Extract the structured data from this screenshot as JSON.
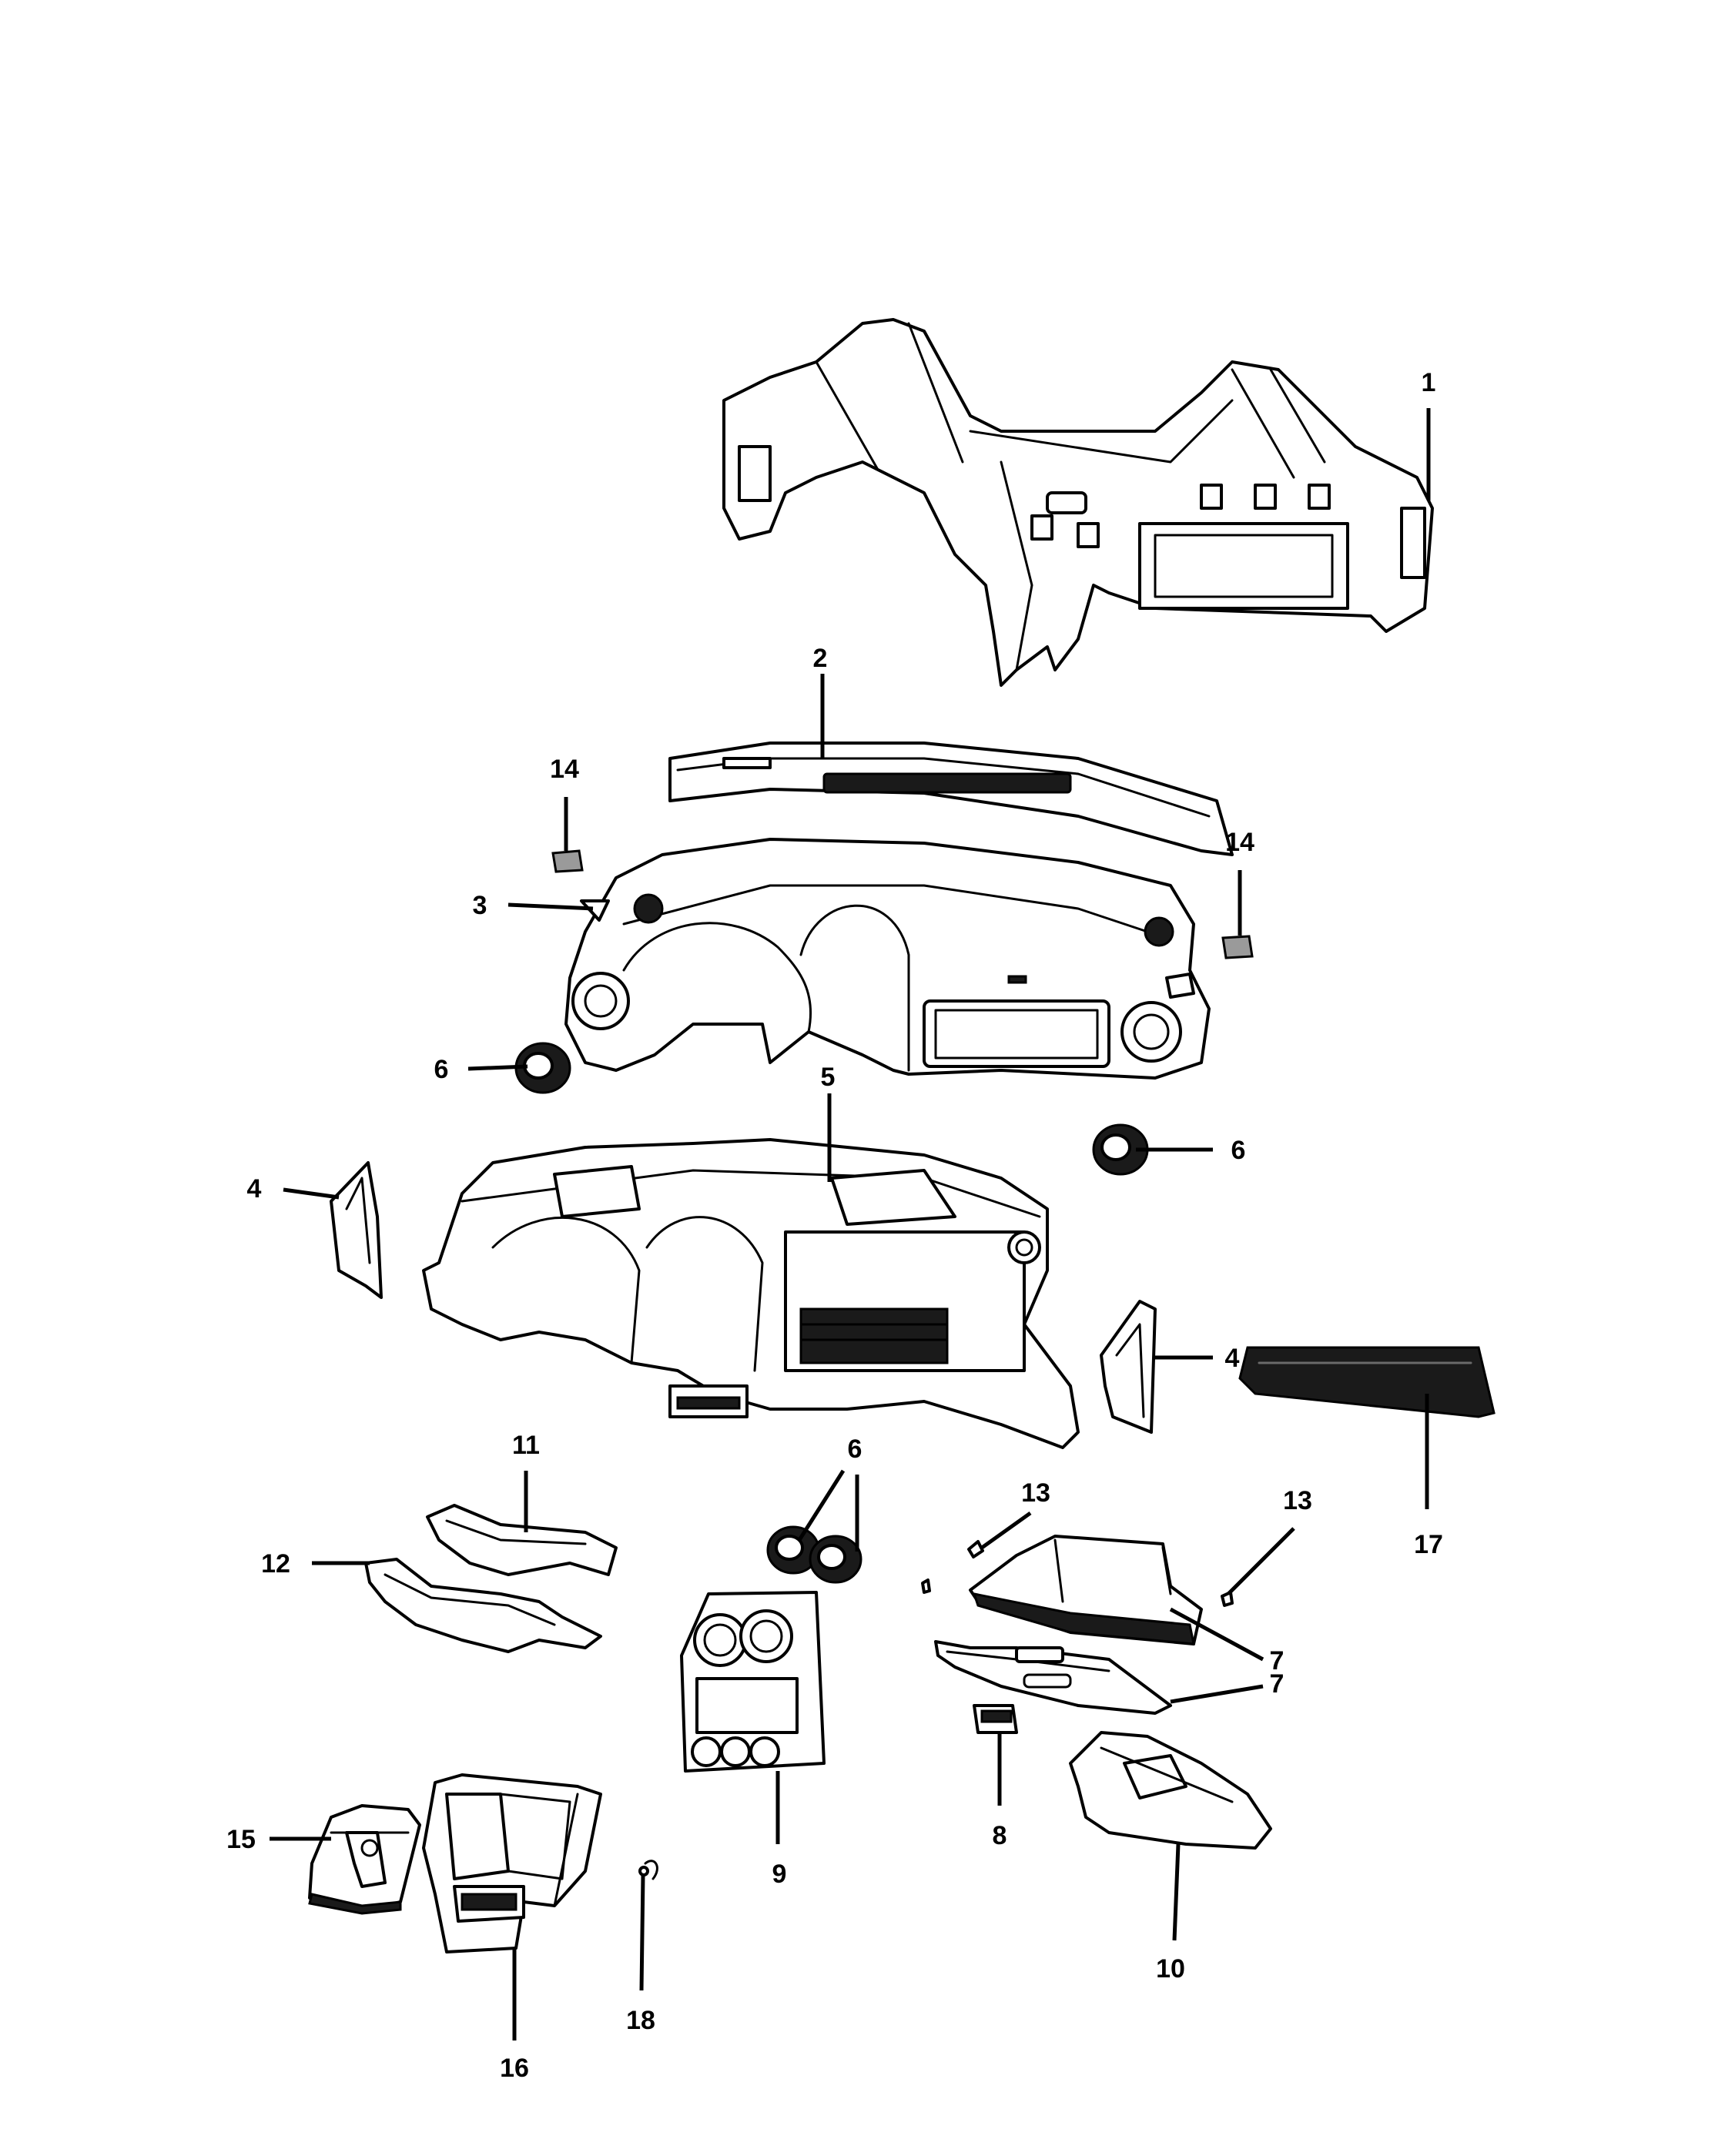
{
  "diagram": {
    "callouts": {
      "c1": "1",
      "c2": "2",
      "c3": "3",
      "c4a": "4",
      "c4b": "4",
      "c5": "5",
      "c6a": "6",
      "c6b": "6",
      "c6c": "6",
      "c7a": "7",
      "c7b": "7",
      "c8": "8",
      "c9": "9",
      "c10": "10",
      "c11": "11",
      "c12": "12",
      "c13a": "13",
      "c13b": "13",
      "c14a": "14",
      "c14b": "14",
      "c15": "15",
      "c16": "16",
      "c17": "17",
      "c18": "18"
    }
  }
}
